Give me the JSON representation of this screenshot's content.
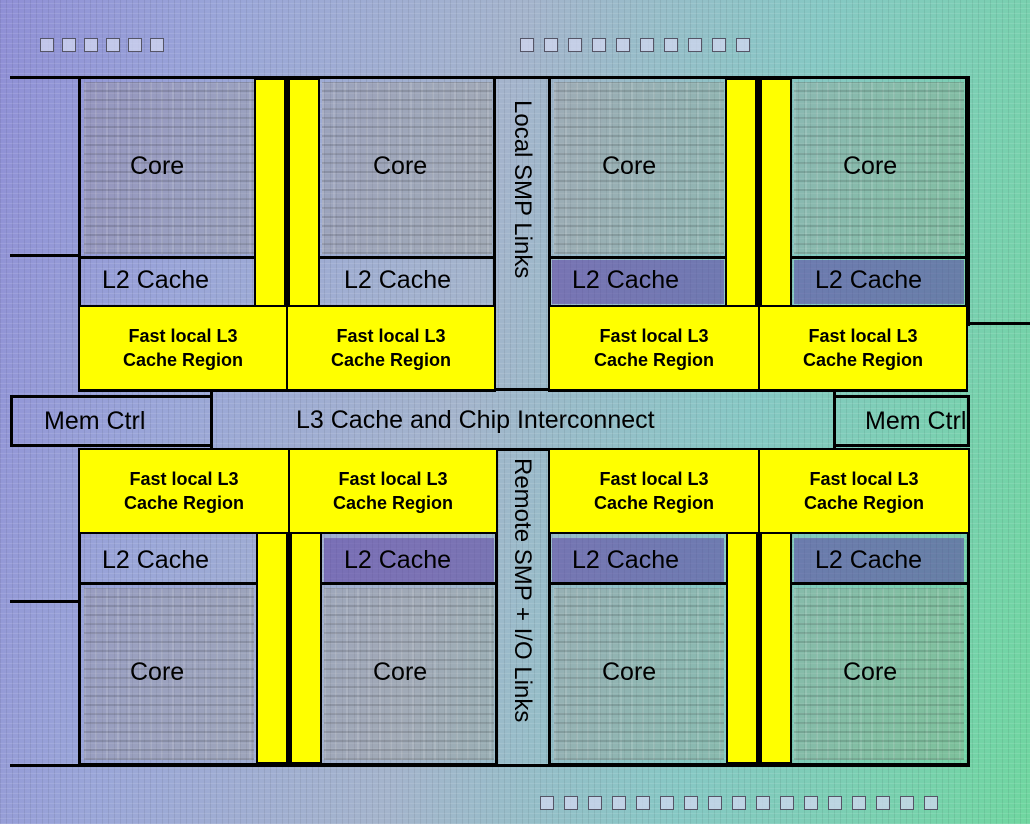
{
  "labels": {
    "core": "Core",
    "l2": "L2 Cache",
    "l3_line1": "Fast local L3",
    "l3_line2": "Cache Region",
    "mem_ctrl": "Mem Ctrl",
    "interconnect": "L3 Cache and Chip Interconnect",
    "local_smp": "Local SMP Links",
    "remote_smp": "Remote SMP + I/O Links"
  },
  "colors": {
    "cache_region": "#ffff00",
    "outline": "#000000"
  }
}
